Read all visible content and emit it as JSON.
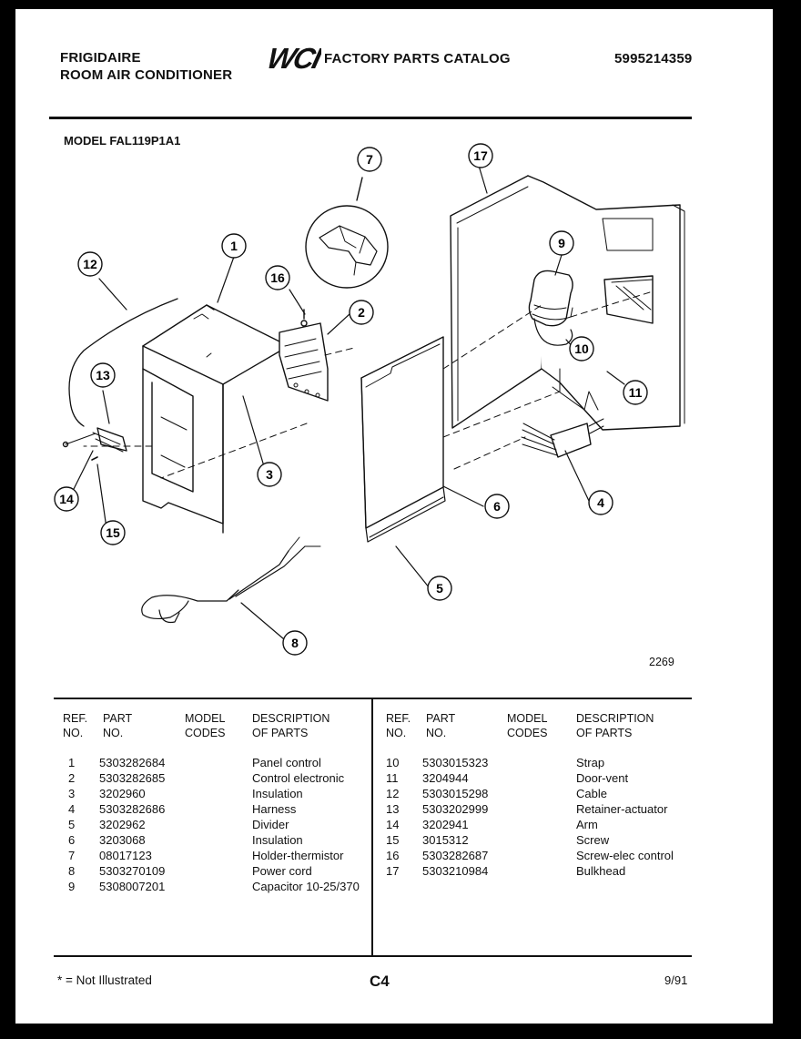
{
  "header": {
    "brand": "FRIGIDAIRE",
    "product": "ROOM AIR CONDITIONER",
    "logo": "WCI",
    "catalog_title": "FACTORY PARTS CATALOG",
    "catalog_number": "5995214359"
  },
  "model_label": "MODEL FAL119P1A1",
  "diagram": {
    "drawing_number": "2269",
    "callouts": [
      "1",
      "2",
      "3",
      "4",
      "5",
      "6",
      "7",
      "8",
      "9",
      "10",
      "11",
      "12",
      "13",
      "14",
      "15",
      "16",
      "17"
    ]
  },
  "table": {
    "headers": {
      "ref_line1": "REF.",
      "ref_line2": "NO.",
      "part_line1": "PART",
      "part_line2": "NO.",
      "model_line1": "MODEL",
      "model_line2": "CODES",
      "desc_line1": "DESCRIPTION",
      "desc_line2": "OF PARTS"
    },
    "left_rows": [
      {
        "ref": "1",
        "part": "5303282684",
        "desc": "Panel control"
      },
      {
        "ref": "2",
        "part": "5303282685",
        "desc": "Control electronic"
      },
      {
        "ref": "3",
        "part": "3202960",
        "desc": "Insulation"
      },
      {
        "ref": "4",
        "part": "5303282686",
        "desc": "Harness"
      },
      {
        "ref": "5",
        "part": "3202962",
        "desc": "Divider"
      },
      {
        "ref": "6",
        "part": "3203068",
        "desc": "Insulation"
      },
      {
        "ref": "7",
        "part": "08017123",
        "desc": "Holder-thermistor"
      },
      {
        "ref": "8",
        "part": "5303270109",
        "desc": "Power cord"
      },
      {
        "ref": "9",
        "part": "5308007201",
        "desc": "Capacitor 10-25/370"
      }
    ],
    "right_rows": [
      {
        "ref": "10",
        "part": "5303015323",
        "desc": "Strap"
      },
      {
        "ref": "11",
        "part": "3204944",
        "desc": "Door-vent"
      },
      {
        "ref": "12",
        "part": "5303015298",
        "desc": "Cable"
      },
      {
        "ref": "13",
        "part": "5303202999",
        "desc": "Retainer-actuator"
      },
      {
        "ref": "14",
        "part": "3202941",
        "desc": "Arm"
      },
      {
        "ref": "15",
        "part": "3015312",
        "desc": "Screw"
      },
      {
        "ref": "16",
        "part": "5303282687",
        "desc": "Screw-elec control"
      },
      {
        "ref": "17",
        "part": "5303210984",
        "desc": "Bulkhead"
      }
    ]
  },
  "footer": {
    "note": "* = Not Illustrated",
    "page_code": "C4",
    "date": "9/91"
  }
}
